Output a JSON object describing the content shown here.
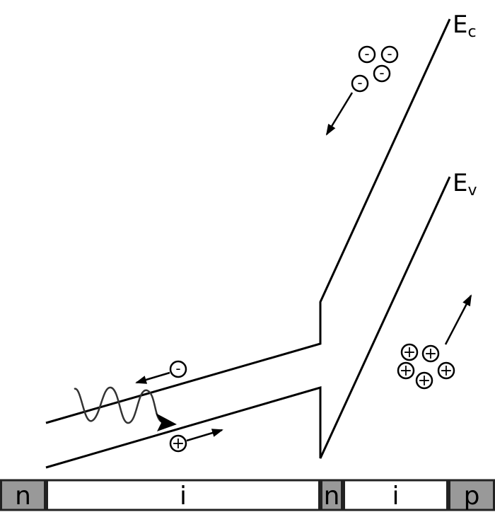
{
  "bands": {
    "conduction_label": "E",
    "conduction_sub": "c",
    "valence_label": "E",
    "valence_sub": "v"
  },
  "carriers": {
    "electron_symbol": "-",
    "hole_symbol": "+"
  },
  "layers": [
    {
      "label": "n",
      "fill": "#999999"
    },
    {
      "label": "i",
      "fill": "#ffffff"
    },
    {
      "label": "n",
      "fill": "#999999"
    },
    {
      "label": "i",
      "fill": "#ffffff"
    },
    {
      "label": "p",
      "fill": "#999999"
    }
  ],
  "colors": {
    "line": "#000000",
    "doped": "#999999",
    "intrinsic": "#ffffff"
  }
}
